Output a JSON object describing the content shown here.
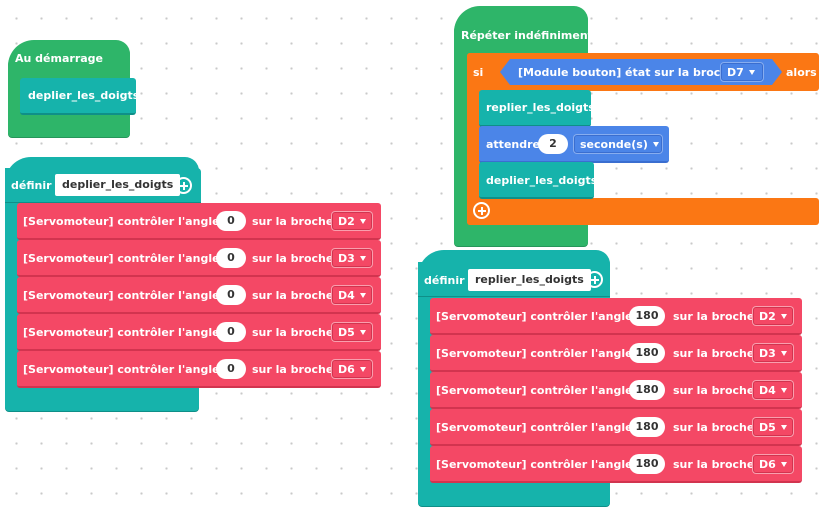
{
  "on_start": {
    "hat_label": "Au démarrage",
    "call_label": "deplier_les_doigts"
  },
  "forever": {
    "hat_label": "Répéter indéfiniment",
    "if_label": "si",
    "condition_label": "[Module bouton] état sur la broche",
    "condition_pin": "D7",
    "then_label": "alors",
    "call1": "replier_les_doigts",
    "wait_label": "attendre",
    "wait_value": "2",
    "wait_unit": "seconde(s)",
    "call2": "deplier_les_doigts"
  },
  "def_deplier": {
    "define_label": "définir",
    "name": "deplier_les_doigts",
    "servo_prefix": "[Servomoteur] contrôler l'angle à",
    "pin_label": "sur la broche",
    "rows": [
      {
        "angle": "0",
        "pin": "D2"
      },
      {
        "angle": "0",
        "pin": "D3"
      },
      {
        "angle": "0",
        "pin": "D4"
      },
      {
        "angle": "0",
        "pin": "D5"
      },
      {
        "angle": "0",
        "pin": "D6"
      }
    ]
  },
  "def_replier": {
    "define_label": "définir",
    "name": "replier_les_doigts",
    "servo_prefix": "[Servomoteur] contrôler l'angle à",
    "pin_label": "sur la broche",
    "rows": [
      {
        "angle": "180",
        "pin": "D2"
      },
      {
        "angle": "180",
        "pin": "D3"
      },
      {
        "angle": "180",
        "pin": "D4"
      },
      {
        "angle": "180",
        "pin": "D5"
      },
      {
        "angle": "180",
        "pin": "D6"
      }
    ]
  },
  "colors": {
    "events_green": "#2eb569",
    "functions_teal": "#16b3ab",
    "control_orange": "#fb7714",
    "servo_red": "#f44865",
    "sensor_blue": "#4b85e8"
  }
}
